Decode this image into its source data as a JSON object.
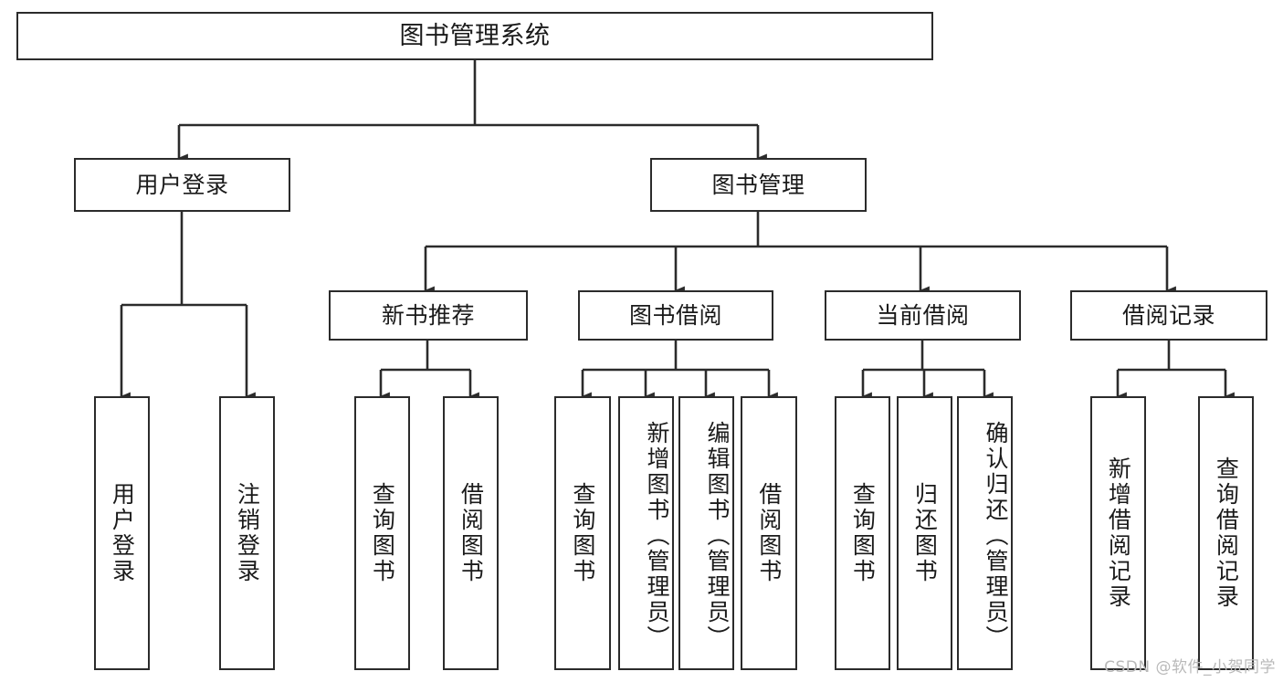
{
  "diagram": {
    "title": "图书管理系统",
    "watermark": "CSDN @软件_小贺同学",
    "line_color": "#2b2b2b",
    "box_fill": "#ffffff",
    "text_color": "#1a1a1a",
    "watermark_color": "#b9b9b9",
    "levels": {
      "level0": [
        {
          "id": "root",
          "label": "图书管理系统",
          "orientation": "horizontal"
        }
      ],
      "level1": [
        {
          "id": "user-login",
          "label": "用户登录",
          "orientation": "horizontal"
        },
        {
          "id": "book-manage",
          "label": "图书管理",
          "orientation": "horizontal"
        }
      ],
      "level2": [
        {
          "id": "new-book-rec",
          "label": "新书推荐",
          "orientation": "horizontal",
          "parent": "book-manage"
        },
        {
          "id": "book-borrow",
          "label": "图书借阅",
          "orientation": "horizontal",
          "parent": "book-manage"
        },
        {
          "id": "current-borrow",
          "label": "当前借阅",
          "orientation": "horizontal",
          "parent": "book-manage"
        },
        {
          "id": "borrow-record",
          "label": "借阅记录",
          "orientation": "horizontal",
          "parent": "book-manage"
        }
      ],
      "level3": [
        {
          "id": "leaf-user-login",
          "label": "用户登录",
          "orientation": "vertical",
          "parent": "user-login"
        },
        {
          "id": "leaf-user-logout",
          "label": "注销登录",
          "orientation": "vertical",
          "parent": "user-login"
        },
        {
          "id": "leaf-query-book-1",
          "label": "查询图书",
          "orientation": "vertical",
          "parent": "new-book-rec"
        },
        {
          "id": "leaf-borrow-book-1",
          "label": "借阅图书",
          "orientation": "vertical",
          "parent": "new-book-rec"
        },
        {
          "id": "leaf-query-book-2",
          "label": "查询图书",
          "orientation": "vertical",
          "parent": "book-borrow"
        },
        {
          "id": "leaf-add-book",
          "label": "新增图书（管理员）",
          "orientation": "vertical",
          "parent": "book-borrow"
        },
        {
          "id": "leaf-edit-book",
          "label": "编辑图书（管理员）",
          "orientation": "vertical",
          "parent": "book-borrow"
        },
        {
          "id": "leaf-borrow-book-2",
          "label": "借阅图书",
          "orientation": "vertical",
          "parent": "book-borrow"
        },
        {
          "id": "leaf-query-book-3",
          "label": "查询图书",
          "orientation": "vertical",
          "parent": "current-borrow"
        },
        {
          "id": "leaf-return-book",
          "label": "归还图书",
          "orientation": "vertical",
          "parent": "current-borrow"
        },
        {
          "id": "leaf-confirm-return",
          "label": "确认归还（管理员）",
          "orientation": "vertical",
          "parent": "current-borrow"
        },
        {
          "id": "leaf-add-record",
          "label": "新增借阅记录",
          "orientation": "vertical",
          "parent": "borrow-record"
        },
        {
          "id": "leaf-query-record",
          "label": "查询借阅记录",
          "orientation": "vertical",
          "parent": "borrow-record"
        }
      ]
    }
  }
}
